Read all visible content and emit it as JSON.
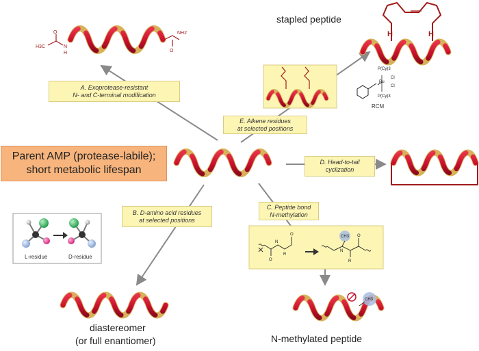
{
  "parent_box": {
    "line1": "Parent AMP (protease-labile);",
    "line2": "short metabolic lifespan"
  },
  "notes": {
    "a": {
      "line1": "A. Exoprotease-resistant",
      "line2": "N- and C-terminal modification"
    },
    "b": {
      "line1": "B. D-amino acid residues",
      "line2": "at selected positions"
    },
    "c": {
      "line1": "C. Peptide bond",
      "line2": "N-methylation"
    },
    "d": {
      "line1": "D. Head-to-tail",
      "line2": "cyclization"
    },
    "e": {
      "line1": "E. Alkene residues",
      "line2": "at selected positions"
    }
  },
  "titles": {
    "stapled": "stapled peptide",
    "diastereomer_1": "diastereomer",
    "diastereomer_2": "(or full enantiomer)",
    "nmethyl": "N-methylated peptide"
  },
  "labels": {
    "l_residue": "L-residue",
    "d_residue": "D-residue",
    "rcm": "RCM",
    "nh2": "NH2",
    "h3c": "H3C",
    "ch3": "CH3",
    "h": "H",
    "n": "N",
    "o": "O",
    "r": "R",
    "ru": "Ru",
    "cl": "Cl",
    "pcy3": "P(Cy)3"
  },
  "colors": {
    "helix_red": "#c8102e",
    "helix_gold": "#d8b25a",
    "note_yellow": "#fdf5b4",
    "parent_orange": "#f7b47c",
    "chem_red": "#a11b1b",
    "arrow_gray": "#8a8a8a",
    "methyl_blue": "#a9bde0"
  }
}
